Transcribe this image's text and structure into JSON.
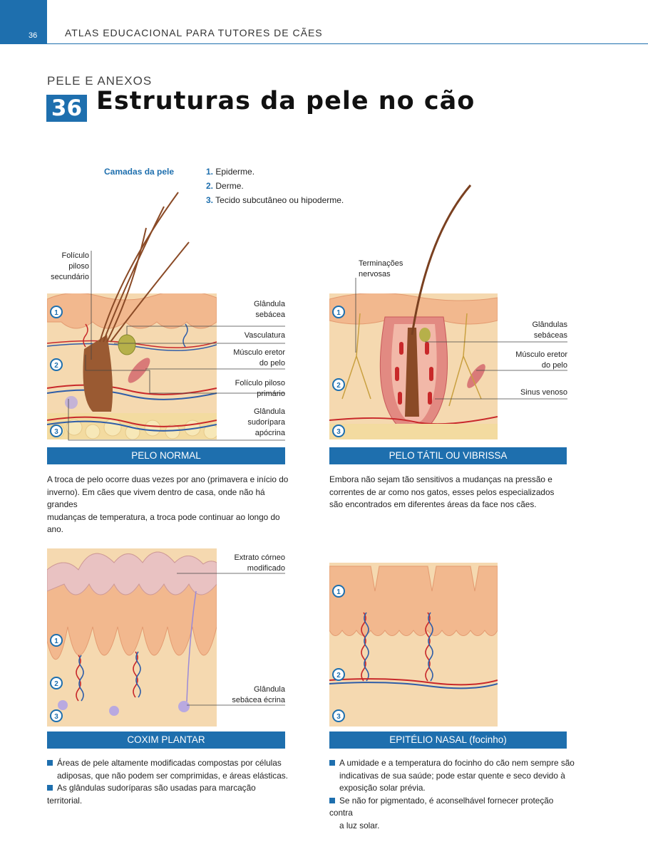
{
  "header": {
    "page_number": "36",
    "running_title": "ATLAS EDUCACIONAL PARA TUTORES DE CÃES",
    "section": "PELE E ANEXOS",
    "chapter_number": "36",
    "title": "Estruturas da pele no cão"
  },
  "layers": {
    "title": "Camadas da pele",
    "items": [
      {
        "num": "1.",
        "text": "Epiderme."
      },
      {
        "num": "2.",
        "text": "Derme."
      },
      {
        "num": "3.",
        "text": "Tecido subcutâneo ou hipoderme."
      }
    ]
  },
  "panels": {
    "normal": {
      "labels": {
        "foliculo_sec": [
          "Folículo",
          "piloso",
          "secundário"
        ],
        "glandula_sebacea": [
          "Glândula",
          "sebácea"
        ],
        "vasculatura": "Vasculatura",
        "musculo": [
          "Músculo eretor",
          "do pelo"
        ],
        "foliculo_prim": [
          "Folículo piloso",
          "primário"
        ],
        "glandula_sud": [
          "Glândula",
          "sudorípara",
          "apócrina"
        ]
      },
      "bar": "PELO NORMAL",
      "text": [
        "A troca de pelo ocorre duas vezes por ano (primavera e início do",
        "inverno). Em cães que vivem dentro de casa, onde não há grandes",
        "mudanças de temperatura, a troca pode continuar ao longo do ano."
      ]
    },
    "tatil": {
      "labels": {
        "terminacoes": [
          "Terminações",
          "nervosas"
        ],
        "glandulas": [
          "Glândulas",
          "sebáceas"
        ],
        "musculo": [
          "Músculo eretor",
          "do pelo"
        ],
        "sinus": "Sinus venoso"
      },
      "bar": "PELO TÁTIL OU VIBRISSA",
      "text": [
        "Embora não sejam tão sensitivos a mudanças na pressão e",
        "correntes de ar como nos gatos, esses pelos especializados",
        "são encontrados em diferentes áreas da face nos cães."
      ]
    },
    "coxim": {
      "labels": {
        "extrato": [
          "Extrato córneo",
          "modificado"
        ],
        "glandula": [
          "Glândula",
          "sebácea écrina"
        ]
      },
      "bar": "COXIM PLANTAR",
      "bullets": [
        {
          "l1": "Áreas de pele altamente modificadas compostas por células",
          "l2": "adiposas, que não podem ser comprimidas, e áreas elásticas."
        },
        {
          "l1": "As glândulas sudoríparas são usadas para marcação territorial.",
          "l2": ""
        }
      ]
    },
    "nasal": {
      "bar": "EPITÉLIO NASAL (focinho)",
      "bullets": [
        {
          "l1": "A umidade e a temperatura do focinho do cão nem sempre são",
          "l2": "indicativas de sua saúde; pode estar quente e seco devido à",
          "l3": "exposição solar prévia."
        },
        {
          "l1": "Se não for pigmentado, é aconselhável fornecer proteção contra",
          "l2": "a luz solar.",
          "l3": ""
        }
      ]
    },
    "layer_markers": [
      "1",
      "2",
      "3"
    ]
  },
  "colors": {
    "accent": "#1e6fae",
    "skin": "#f2b88e",
    "dermis": "#f5d9b0",
    "artery": "#c8282a",
    "vein": "#2f5da8",
    "hair": "#8a4a26"
  }
}
